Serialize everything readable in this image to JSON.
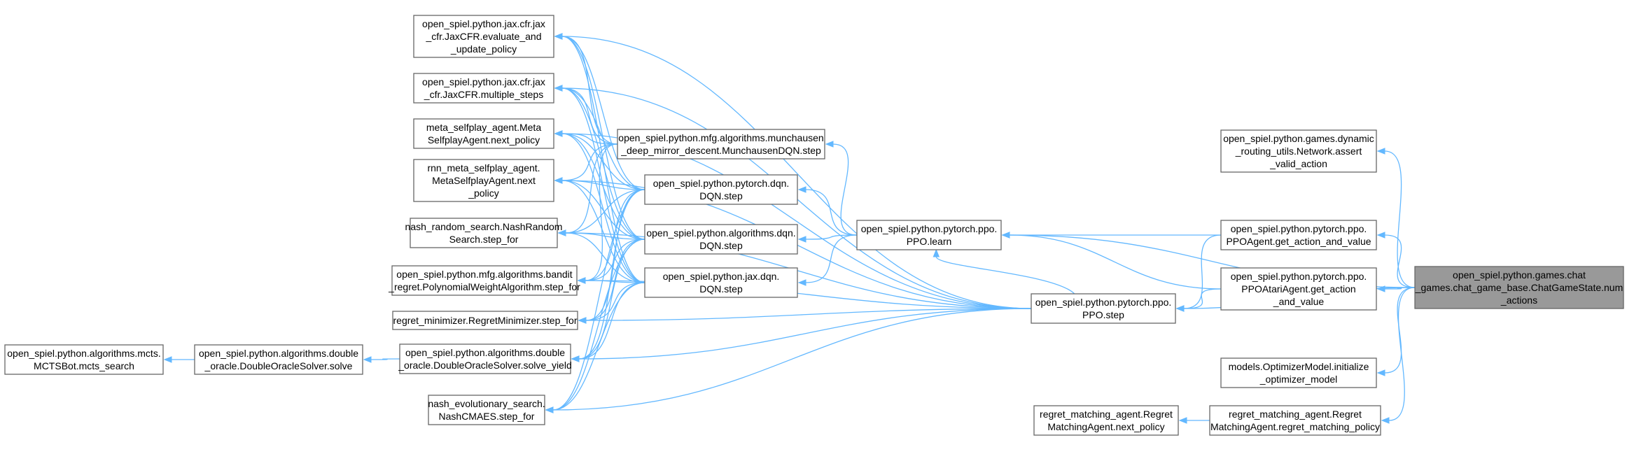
{
  "diagram": {
    "colors": {
      "edge": "#63b8ff",
      "node_border": "#666666",
      "node_fill": "#ffffff",
      "focus_fill": "#999999"
    },
    "nodes": [
      {
        "id": "num_actions",
        "focus": true,
        "lines": [
          "open_spiel.python.games.chat",
          "_games.chat_game_base.ChatGameState.num",
          "_actions"
        ]
      },
      {
        "id": "assert_valid_action",
        "lines": [
          "open_spiel.python.games.dynamic",
          "_routing_utils.Network.assert",
          "_valid_action"
        ]
      },
      {
        "id": "ppo_get_action_and_value",
        "lines": [
          "open_spiel.python.pytorch.ppo.",
          "PPOAgent.get_action_and_value"
        ]
      },
      {
        "id": "ppo_atari_get_action_and_value",
        "lines": [
          "open_spiel.python.pytorch.ppo.",
          "PPOAtariAgent.get_action",
          "_and_value"
        ]
      },
      {
        "id": "optimizer_initialize",
        "lines": [
          "models.OptimizerModel.initialize",
          "_optimizer_model"
        ]
      },
      {
        "id": "regret_matching_policy",
        "lines": [
          "regret_matching_agent.Regret",
          "MatchingAgent.regret_matching_policy"
        ]
      },
      {
        "id": "regret_next_policy",
        "lines": [
          "regret_matching_agent.Regret",
          "MatchingAgent.next_policy"
        ]
      },
      {
        "id": "ppo_step",
        "lines": [
          "open_spiel.python.pytorch.ppo.",
          "PPO.step"
        ]
      },
      {
        "id": "ppo_learn",
        "lines": [
          "open_spiel.python.pytorch.ppo.",
          "PPO.learn"
        ]
      },
      {
        "id": "munchausen_step",
        "lines": [
          "open_spiel.python.mfg.algorithms.munchausen",
          "_deep_mirror_descent.MunchausenDQN.step"
        ]
      },
      {
        "id": "pytorch_dqn_step",
        "lines": [
          "open_spiel.python.pytorch.dqn.",
          "DQN.step"
        ]
      },
      {
        "id": "algorithms_dqn_step",
        "lines": [
          "open_spiel.python.algorithms.dqn.",
          "DQN.step"
        ]
      },
      {
        "id": "jax_dqn_step",
        "lines": [
          "open_spiel.python.jax.dqn.",
          "DQN.step"
        ]
      },
      {
        "id": "jaxcfr_evaluate",
        "lines": [
          "open_spiel.python.jax.cfr.jax",
          "_cfr.JaxCFR.evaluate_and",
          "_update_policy"
        ]
      },
      {
        "id": "jaxcfr_multiple",
        "lines": [
          "open_spiel.python.jax.cfr.jax",
          "_cfr.JaxCFR.multiple_steps"
        ]
      },
      {
        "id": "meta_next_policy",
        "lines": [
          "meta_selfplay_agent.Meta",
          "SelfplayAgent.next_policy"
        ]
      },
      {
        "id": "rnn_meta_next_policy",
        "lines": [
          "rnn_meta_selfplay_agent.",
          "MetaSelfplayAgent.next",
          "_policy"
        ]
      },
      {
        "id": "nash_random_step_for",
        "lines": [
          "nash_random_search.NashRandom",
          "Search.step_for"
        ]
      },
      {
        "id": "bandit_step_for",
        "lines": [
          "open_spiel.python.mfg.algorithms.bandit",
          "_regret.PolynomialWeightAlgorithm.step_for"
        ]
      },
      {
        "id": "regret_minimizer_step_for",
        "lines": [
          "regret_minimizer.RegretMinimizer.step_for"
        ]
      },
      {
        "id": "double_oracle_solve_yield",
        "lines": [
          "open_spiel.python.algorithms.double",
          "_oracle.DoubleOracleSolver.solve_yield"
        ]
      },
      {
        "id": "nash_evolutionary_step_for",
        "lines": [
          "nash_evolutionary_search.",
          "NashCMAES.step_for"
        ]
      },
      {
        "id": "double_oracle_solve",
        "lines": [
          "open_spiel.python.algorithms.double",
          "_oracle.DoubleOracleSolver.solve"
        ]
      },
      {
        "id": "mcts_search",
        "lines": [
          "open_spiel.python.algorithms.mcts.",
          "MCTSBot.mcts_search"
        ]
      }
    ]
  }
}
